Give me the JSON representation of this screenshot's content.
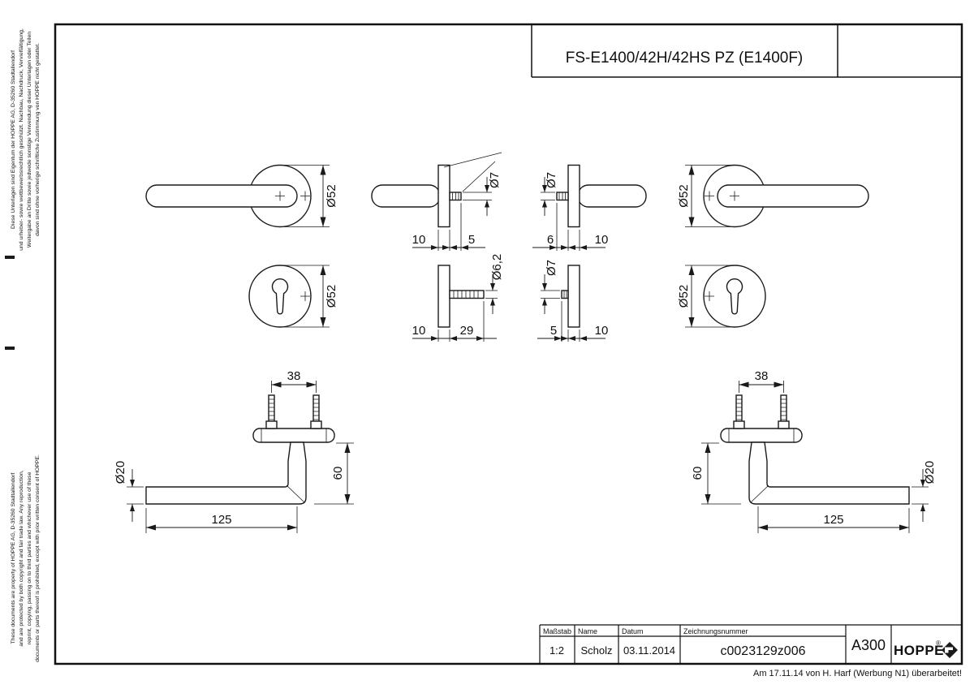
{
  "title": "FS-E1400/42H/42HS PZ (E1400F)",
  "side_notes": {
    "german": [
      "Diese Unterlagen sind Eigentum der HOPPE AG, D-35260 Stadtallendorf",
      "und urheber- sowie wettbewerbsrechtlich geschützt. Nachbau, Nachdruck, Vervielfältigung,",
      "Weitergabe an Dritte sowie jedwede sonstige Verwendung dieser Unterlagen oder Teilen",
      "davon sind ohne vorherige schriftliche Zustimmung von HOPPE nicht gestattet."
    ],
    "english": [
      "These documents are property of HOPPE AG, D-35260 Stadtallendorf",
      "and are protected by both copyright and fair trade law. Any reproduction,",
      "reprint, copying, passing on to third parties and whichever use of these",
      "documents or parts thereof is prohibited, except with prior written consent of HOPPE."
    ]
  },
  "dims": {
    "rosette_dia": "Ø52",
    "v1_a": "10",
    "v1_b": "5",
    "v1_dia": "Ø7",
    "v2_a": "10",
    "v2_b": "29",
    "v2_dia": "Ø6,2",
    "v3_a": "6",
    "v3_b": "10",
    "v3_dia": "Ø7",
    "v4_a": "5",
    "v4_b": "10",
    "v4_dia": "Ø7",
    "screw_spacing": "38",
    "grip_dia": "Ø20",
    "projection": "60",
    "grip_length": "125"
  },
  "title_block": {
    "scale_label": "Maßstab",
    "scale_value": "1:2",
    "name_label": "Name",
    "name_value": "Scholz",
    "date_label": "Datum",
    "date_value": "03.11.2014",
    "drawing_no_label": "Zeichnungsnummer",
    "drawing_no_value": "c0023129z006",
    "format": "A300",
    "brand": "HOPPE",
    "brand_reg": "®"
  },
  "footer_note": "Am 17.11.14 von H. Harf (Werbung N1) überarbeitet!"
}
